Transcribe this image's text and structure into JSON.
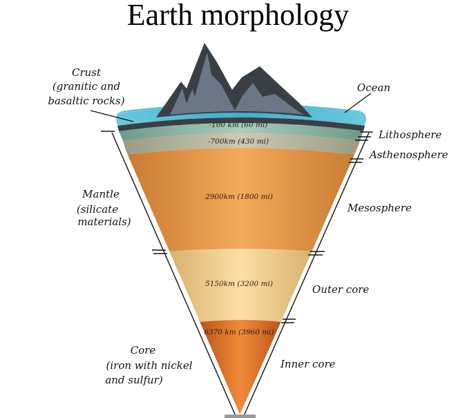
{
  "title": "Earth morphology",
  "left_labels": {
    "crust": [
      "Crust",
      "(granitic and",
      "basaltic rocks)"
    ],
    "mantle": [
      "Mantle",
      "(silicate",
      "materials)"
    ],
    "core": [
      "Core",
      "(iron with nickel",
      "and sulfur)"
    ]
  },
  "right_labels": {
    "ocean": "Ocean",
    "lithosphere": "Lithosphere",
    "asthenosphere": "Asthenosphere",
    "mesosphere": "Mesosphere",
    "outer_core": "Outer core",
    "inner_core": "Inner core"
  },
  "depths": {
    "lithosphere": "-100 km (60 mi)",
    "asthenosphere": "-700km (430 mi)",
    "mesosphere": "2900km (1800 mi)",
    "outer_core": "5150km (3200 mi)",
    "inner_core": "6370 km (3960 mi)"
  },
  "colors": {
    "ocean": "#4bb8d3",
    "crust": "#3a3f45",
    "mountain": "#6b7788",
    "lithosphere": "#8fb8a6",
    "asthenosphere": "#b7b8a0",
    "mesosphere": "#e9a055",
    "outer_core": "#f3d39a",
    "inner_core": "#e07a2c"
  }
}
